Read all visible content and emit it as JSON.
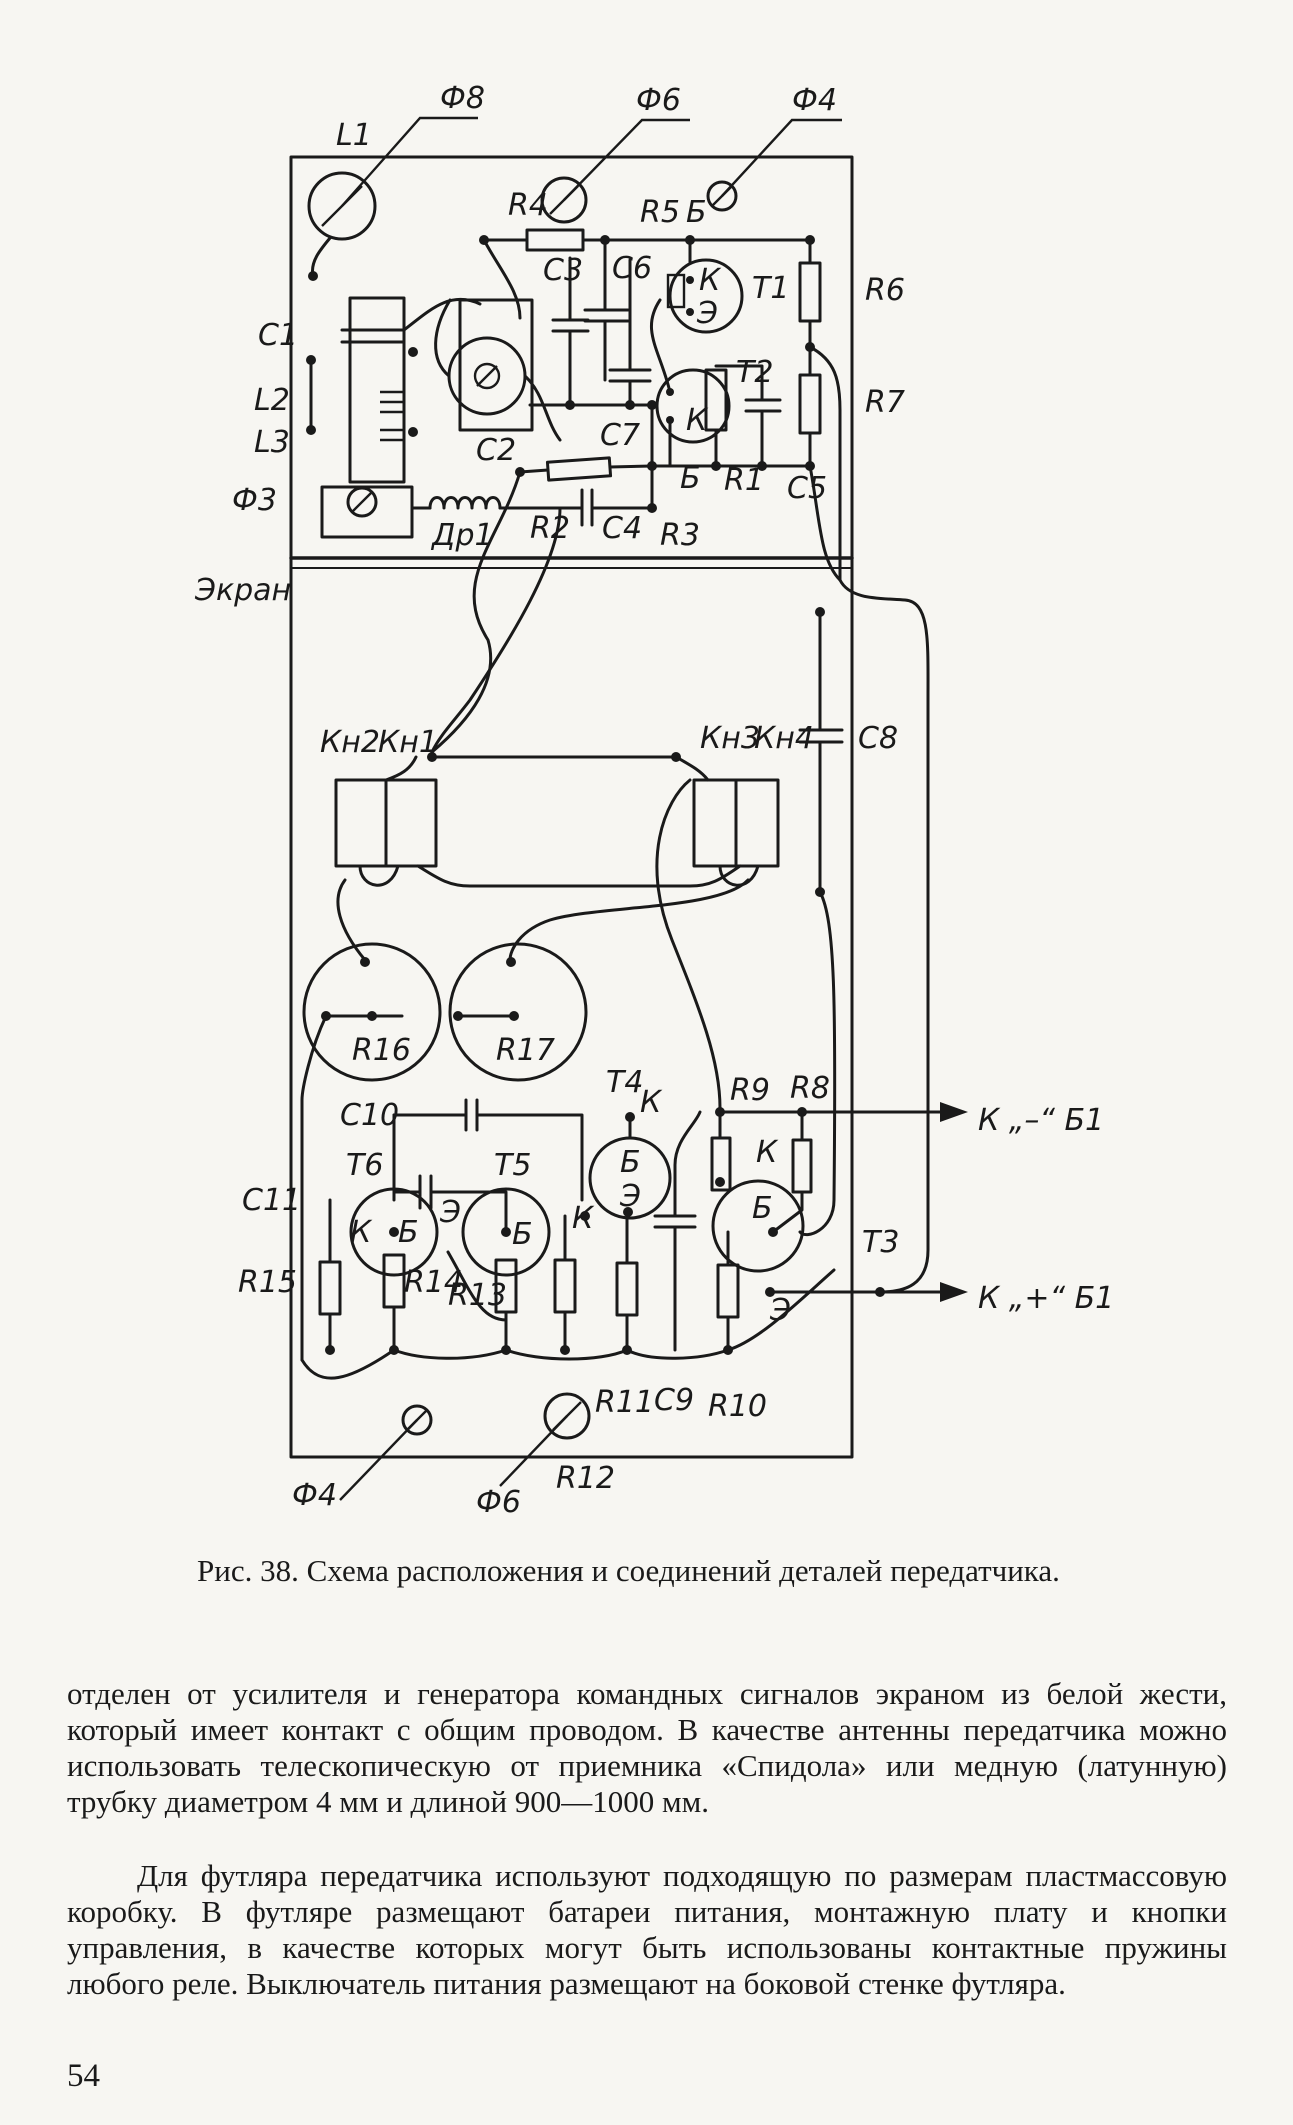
{
  "diagram": {
    "labels": {
      "f8_top": "Ф8",
      "f6_top": "Ф6",
      "f4_top": "Ф4",
      "L1": "L1",
      "C1": "C1",
      "L2": "L2",
      "L3": "L3",
      "F3": "Ф3",
      "screen": "Экран",
      "R4": "R4",
      "R5": "R5",
      "B_t1": "Б",
      "R6": "R6",
      "C3": "C3",
      "C6": "C6",
      "K_t1": "К",
      "E_t1": "Э",
      "T1": "T1",
      "T2": "T2",
      "K_t2": "К",
      "R7": "R7",
      "C2": "C2",
      "C7": "C7",
      "B_t2": "Б",
      "R1": "R1",
      "C5": "C5",
      "Dr1": "Др1",
      "R2": "R2",
      "C4": "C4",
      "R3": "R3",
      "Kn2": "Кн2",
      "Kn1": "Кн1",
      "Kn3": "Кн3",
      "Kn4": "Кн4",
      "C8": "C8",
      "R16": "R16",
      "R17": "R17",
      "T4": "T4",
      "K_t4": "К",
      "C10": "C10",
      "R9": "R9",
      "R8": "R8",
      "out_minus": "К „–“ Б1",
      "C11": "C11",
      "T6": "T6",
      "T5": "T5",
      "B_t4": "Б",
      "E_t4": "Э",
      "K_t3": "К",
      "K_t6": "К",
      "B_t6": "Б",
      "E_t5": "Э",
      "B_t5": "Б",
      "K_t5": "К",
      "B_t3": "Б",
      "T3": "T3",
      "R15": "R15",
      "R14": "R14",
      "R13": "R13",
      "E_t3": "Э",
      "out_plus": "К „+“ Б1",
      "R11": "R11",
      "C9": "C9",
      "R10": "R10",
      "f4_bottom": "Ф4",
      "f6_bottom": "Ф6",
      "R12": "R12"
    }
  },
  "caption": "Рис. 38. Схема расположения и соединений деталей передатчика.",
  "paragraph_1": "отделен от усилителя и генератора командных сигналов экраном из белой жести, который имеет контакт с общим проводом. В качестве антенны передатчика можно использовать телескопическую от приемника «Спидола» или медную (латунную) трубку диаметром 4 мм и длиной 900—1000 мм.",
  "paragraph_2": "Для футляра передатчика используют подходящую по размерам пластмассовую коробку. В футляре размещают батареи питания, монтажную плату и кнопки управления, в качестве которых могут быть использованы контактные пружины любого реле. Выключатель питания размещают на боковой стенке футляра.",
  "page_number": "54"
}
